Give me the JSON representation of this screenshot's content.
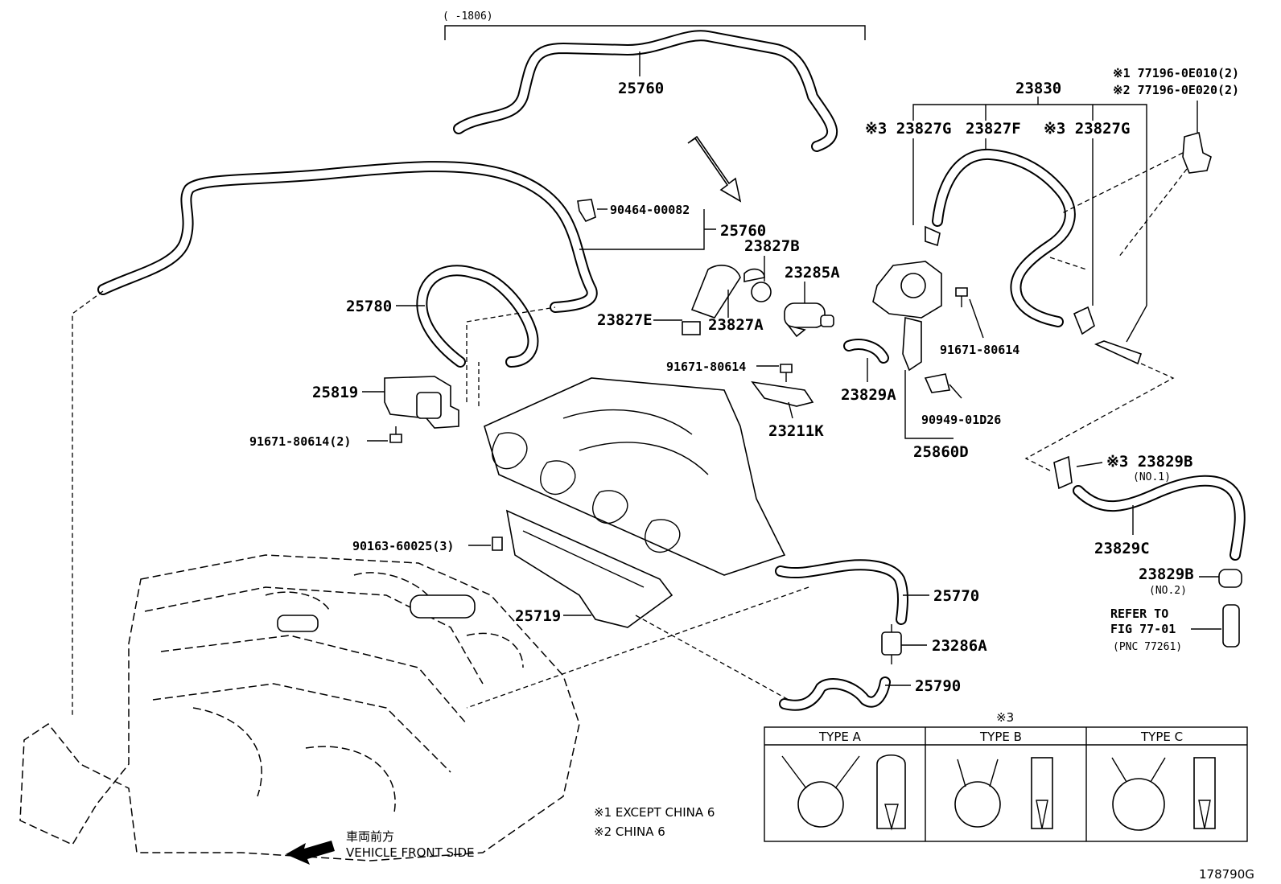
{
  "range_label": "(      -1806)",
  "labels": {
    "p25760_top": "25760",
    "p25760_mid": "25760",
    "p90464": "90464-00082",
    "p25780": "25780",
    "p25819": "25819",
    "p91671_2": "91671-80614(2)",
    "p23827B": "23827B",
    "p23285A": "23285A",
    "p23827E": "23827E",
    "p23827A": "23827A",
    "p91671_mid": "91671-80614",
    "p23211K": "23211K",
    "p23829A": "23829A",
    "p91671_right": "91671-80614",
    "p90949": "90949-01D26",
    "p25860D": "25860D",
    "p23830": "23830",
    "p23827G_left": "※3 23827G",
    "p23827F": "23827F",
    "p23827G_right": "※3 23827G",
    "p77196_1": "※1 77196-0E010(2)",
    "p77196_2": "※2 77196-0E020(2)",
    "p23829B_1": "※3 23829B",
    "p23829B_1_sub": "(NO.1)",
    "p23829C": "23829C",
    "p23829B_2": "23829B",
    "p23829B_2_sub": "(NO.2)",
    "refer1": "REFER TO",
    "refer2": "FIG 77-01",
    "refer3": "(PNC 77261)",
    "p90163": "90163-60025(3)",
    "p25719": "25719",
    "p25770": "25770",
    "p23286A": "23286A",
    "p25790": "25790",
    "note1": "※1 EXCEPT CHINA 6",
    "note2": "※2 CHINA 6",
    "front_jp": "車両前方",
    "front_en": "VEHICLE FRONT SIDE",
    "fig_no": "178790G"
  },
  "legend": {
    "mark": "※3",
    "types": [
      "TYPE A",
      "TYPE B",
      "TYPE C"
    ]
  }
}
